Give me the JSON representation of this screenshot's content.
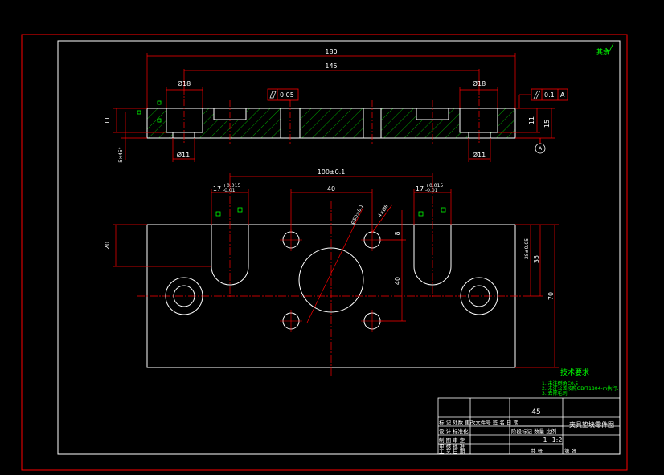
{
  "colors": {
    "background": "#000000",
    "outline": "#ffffff",
    "dimension": "#ff0000",
    "hatch": "#00ff00",
    "note": "#00ff00",
    "text": "#ffffff"
  },
  "corner_mark": "其余",
  "front_view": {
    "dim_overall": "180",
    "dim_inner": "145",
    "dia_top_left": "Ø18",
    "dia_top_right": "Ø18",
    "dia_bottom_left": "Ø11",
    "dia_bottom_right": "Ø11",
    "height_left": "11",
    "height_right_1": "11",
    "height_right_2": "15",
    "chamfer_note": "5×45°",
    "flatness": "0.05",
    "parallelism_value": "0.1",
    "parallelism_datum": "A",
    "datum_label": "A"
  },
  "top_view": {
    "dim_slot_spacing": "100±0.1",
    "slot_width_left": "17",
    "slot_width_left_tol_upper": "+0.015",
    "slot_width_left_tol_lower": "-0.01",
    "slot_width_right": "17",
    "slot_width_right_tol_upper": "+0.015",
    "slot_width_right_tol_lower": "-0.01",
    "dim_hole_spacing_x": "40",
    "dim_hole_spacing_y": "40",
    "dim_small_hole": "8",
    "dim_big_dia": "Ø50±0.1",
    "dim_hole_dia": "4×Ø8",
    "dim_slot_depth": "20",
    "dim_center_height_1": "28±0.05",
    "dim_center_height_2": "35",
    "dim_overall_height": "70"
  },
  "tech_notes": {
    "title": "技术要求",
    "items": [
      "1. 未注倒角C0.5",
      "2. 未注公差按照GB/T1804-m执行.",
      "3. 去除毛刺."
    ]
  },
  "title_block": {
    "material": "45",
    "drawing_name": "夹具垫块零件图",
    "row_marks": "标 记 处数 更改文件号 签 名 日 期",
    "row_design": "设 计   标准化",
    "row_draw": "制 图   审 定",
    "row_check": "审 核   批 准",
    "row_process": "工 艺   日 期",
    "stage_labels": "阶段标记 数量 比例",
    "qty": "1",
    "scale": "1:2",
    "sheet_total": "共 张",
    "sheet_no": "第 张"
  }
}
